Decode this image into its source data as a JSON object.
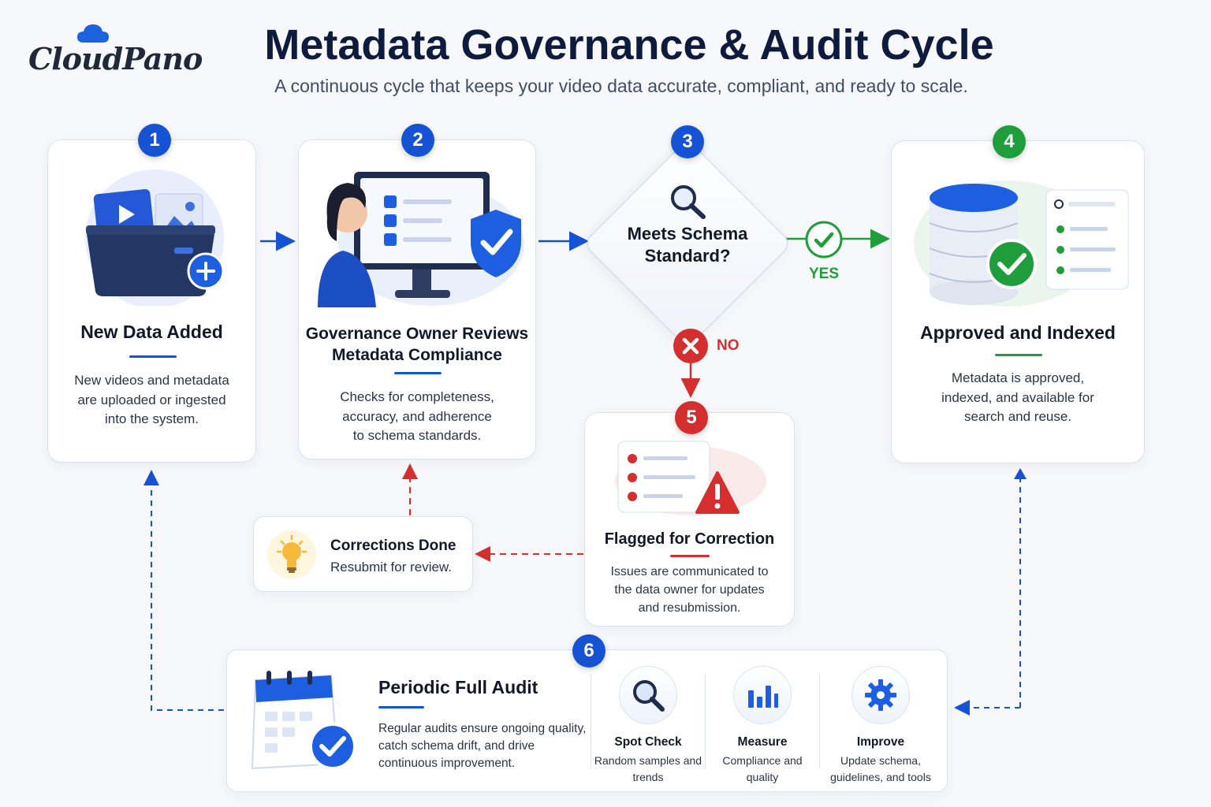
{
  "brand": {
    "logo_text": "CloudPano"
  },
  "header": {
    "title": "Metadata Governance & Audit Cycle",
    "subtitle": "A continuous cycle that keeps your video data accurate, compliant, and ready to scale."
  },
  "steps": [
    {
      "number": "1",
      "title": "New Data Added",
      "description": "New videos and metadata are uploaded or ingested into the system."
    },
    {
      "number": "2",
      "title": "Governance Owner Reviews Metadata Compliance",
      "description": "Checks for completeness, accuracy, and adherence to schema standards."
    },
    {
      "number": "3",
      "title": "Meets Schema Standard?"
    },
    {
      "number": "4",
      "title": "Approved and Indexed",
      "description": "Metadata is approved, indexed, and available for search and reuse."
    },
    {
      "number": "5",
      "title": "Flagged for Correction",
      "description": "Issues are communicated to the data owner for updates and resubmission."
    },
    {
      "number": "6",
      "title": "Periodic Full Audit",
      "description": "Regular audits ensure ongoing quality, catch schema drift, and drive continuous improvement."
    }
  ],
  "decision": {
    "yes_label": "YES",
    "no_label": "NO"
  },
  "corrections": {
    "title": "Corrections Done",
    "description": "Resubmit for review."
  },
  "audit_items": [
    {
      "title": "Spot Check",
      "description": "Random samples and trends",
      "icon": "magnifier-icon"
    },
    {
      "title": "Measure",
      "description": "Compliance and quality",
      "icon": "bar-chart-icon"
    },
    {
      "title": "Improve",
      "description": "Update schema, guidelines, and tools",
      "icon": "gear-icon"
    }
  ],
  "colors": {
    "primary": "#1652d4",
    "success": "#1f9d3a",
    "danger": "#d42e2e",
    "navy": "#0f1b3d"
  }
}
